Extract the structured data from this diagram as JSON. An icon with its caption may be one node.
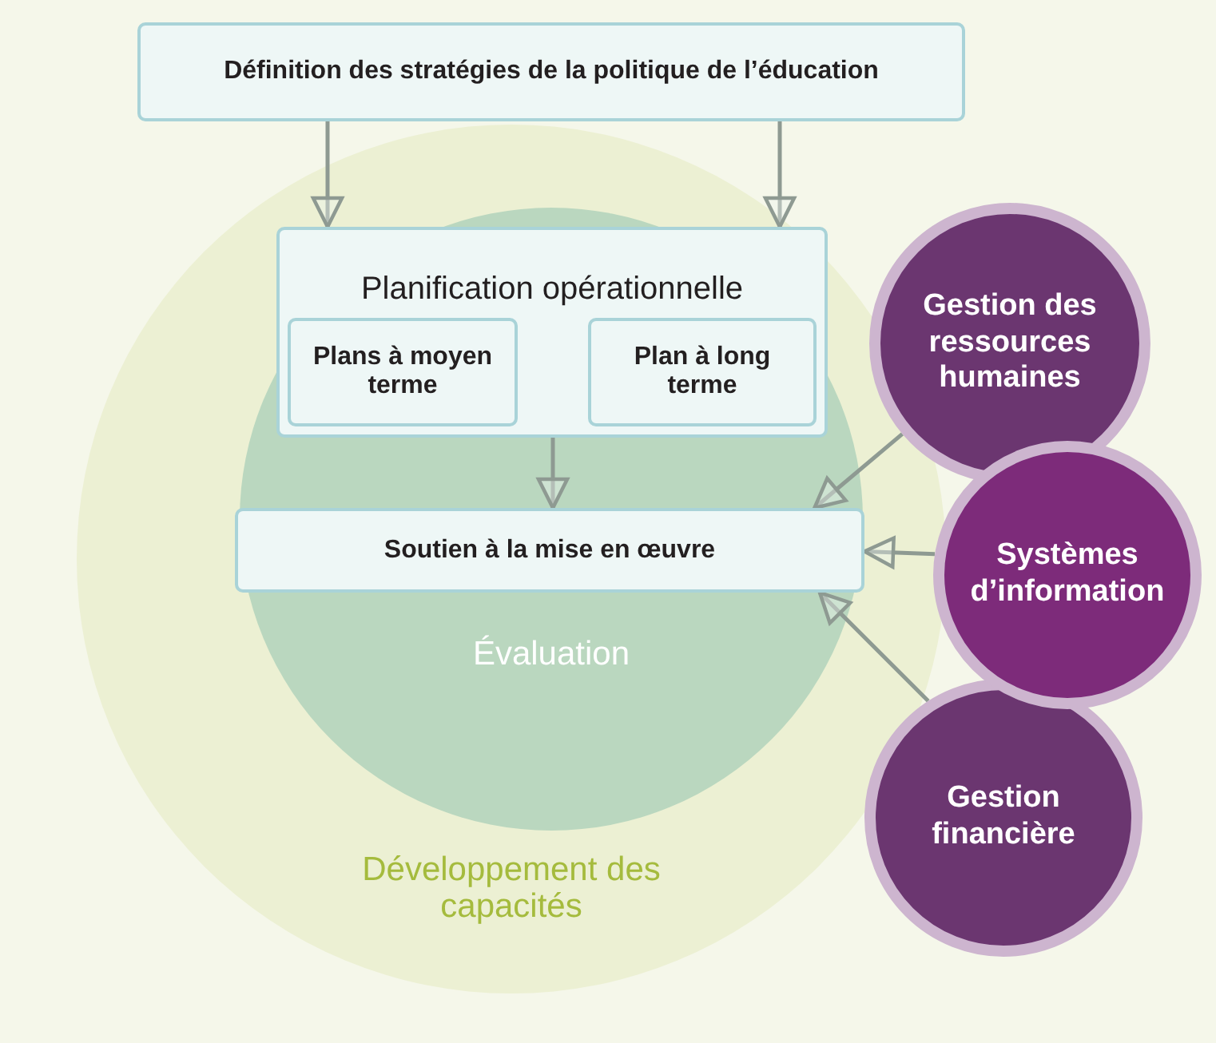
{
  "diagram": {
    "nodes": [
      {
        "text": [
          "Définition des stratégies de la politique de l’éducation"
        ]
      },
      {
        "text": [
          "Développement des capacités"
        ]
      },
      {
        "text": [
          "Évaluation"
        ],
        "in": 1
      },
      {
        "text": [
          "Planification opérationnelle"
        ],
        "in": 2
      },
      {
        "text": [
          "Plans à moyen terme"
        ],
        "in": 3
      },
      {
        "text": [
          "Plan à long terme"
        ],
        "in": 3
      },
      {
        "text": [
          "Soutien à la mise en œuvre"
        ],
        "in": 2
      },
      {
        "text": [
          "Gestion des ressources humaines"
        ]
      },
      {
        "text": [
          "Systèmes d’information"
        ]
      },
      {
        "text": [
          "Gestion financière"
        ]
      }
    ],
    "edges": [
      {
        "from": 0,
        "to": 3,
        "arrow": "to"
      },
      {
        "from": 0,
        "to": 3,
        "arrow": "to"
      },
      {
        "from": 3,
        "to": 6,
        "arrow": "to"
      },
      {
        "from": 7,
        "to": 6,
        "arrow": "to"
      },
      {
        "from": 8,
        "to": 6,
        "arrow": "to"
      },
      {
        "from": 9,
        "to": 6,
        "arrow": "to"
      }
    ]
  }
}
